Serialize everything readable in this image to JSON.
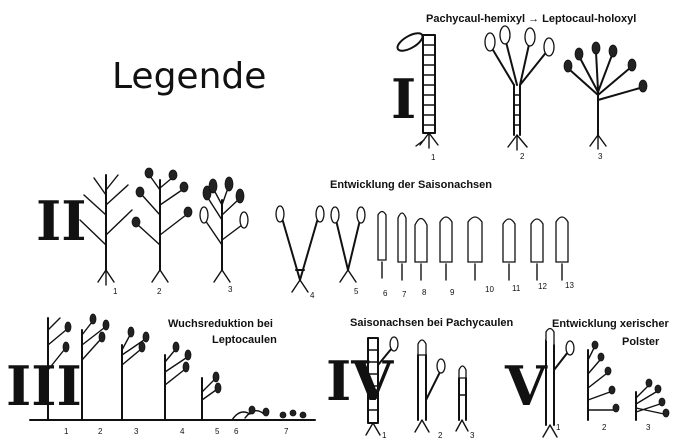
{
  "legend_title": "Legende",
  "roman": {
    "I": "I",
    "II": "II",
    "III": "III",
    "IV": "IV",
    "V": "V"
  },
  "panel1": {
    "title": "Pachycaul-hemixyl → Leptocaul-holoxyl",
    "numbers": [
      "1",
      "2",
      "3"
    ]
  },
  "panel2": {
    "title": "Entwicklung der Saisonachsen",
    "numbers": [
      "1",
      "2",
      "3",
      "4",
      "5",
      "6",
      "7",
      "8",
      "9",
      "10",
      "11",
      "12",
      "13"
    ]
  },
  "panel3": {
    "title_line1": "Wuchsreduktion bei",
    "title_line2": "Leptocaulen",
    "numbers": [
      "1",
      "2",
      "3",
      "4",
      "5",
      "6",
      "7"
    ]
  },
  "panel4": {
    "title": "Saisonachsen bei Pachycaulen",
    "numbers": [
      "1",
      "2",
      "3"
    ]
  },
  "panel5": {
    "title_line1": "Entwicklung xerischer",
    "title_line2": "Polster",
    "numbers": [
      "1",
      "2",
      "3"
    ]
  }
}
